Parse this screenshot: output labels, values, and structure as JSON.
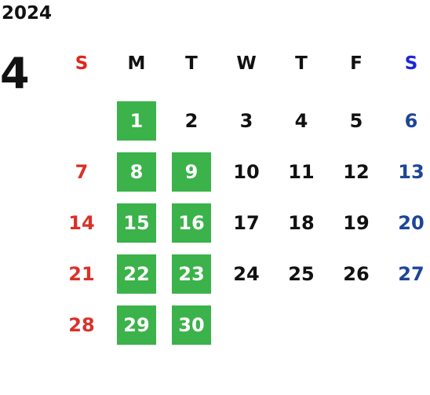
{
  "year": "2024",
  "month": "4",
  "weekdays": [
    "S",
    "M",
    "T",
    "W",
    "T",
    "F",
    "S"
  ],
  "weeks": [
    [
      "",
      "1",
      "2",
      "3",
      "4",
      "5",
      "6"
    ],
    [
      "7",
      "8",
      "9",
      "10",
      "11",
      "12",
      "13"
    ],
    [
      "14",
      "15",
      "16",
      "17",
      "18",
      "19",
      "20"
    ],
    [
      "21",
      "22",
      "23",
      "24",
      "25",
      "26",
      "27"
    ],
    [
      "28",
      "29",
      "30",
      "",
      "",
      "",
      ""
    ]
  ],
  "highlighted_days": [
    "1",
    "8",
    "9",
    "15",
    "16",
    "22",
    "23",
    "29",
    "30"
  ],
  "colors": {
    "sunday": "#d9312a",
    "saturday": "#1d4598",
    "highlight": "#3bb24a"
  }
}
